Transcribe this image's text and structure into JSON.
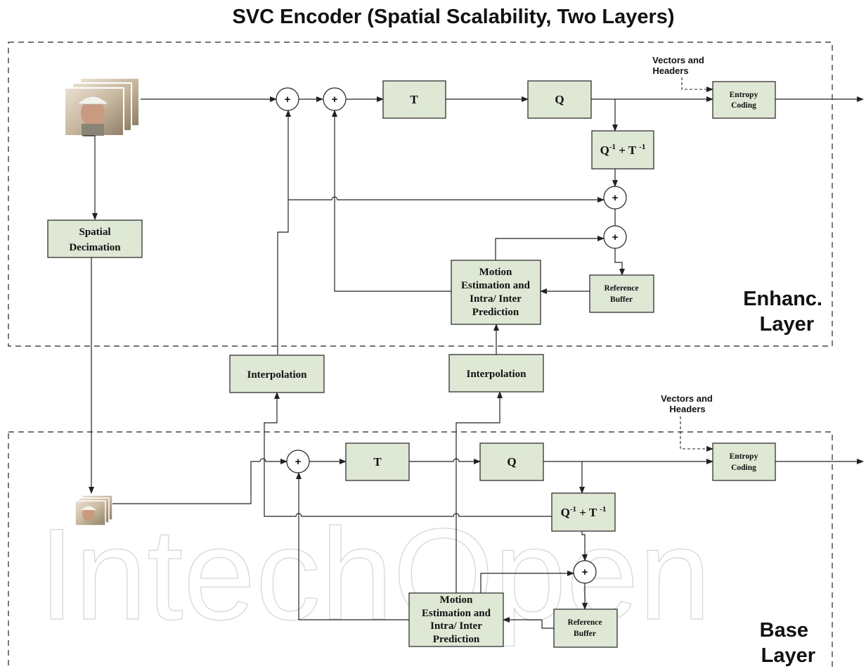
{
  "title": "SVC Encoder (Spatial Scalability, Two Layers)",
  "watermark": "IntechOpen",
  "enhancement_layer": {
    "label_line1": "Enhanc.",
    "label_line2": "Layer",
    "transform": "T",
    "quantizer": "Q",
    "inverse_qt": {
      "q": "Q",
      "q_sup": "-1",
      "mid": " + T ",
      "t_sup": "-1"
    },
    "entropy_line1": "Entropy",
    "entropy_line2": "Coding",
    "side_info_line1": "Vectors and",
    "side_info_line2": "Headers",
    "motion_line1": "Motion",
    "motion_line2": "Estimation and",
    "motion_line3": "Intra/ Inter",
    "motion_line4": "Prediction",
    "refbuf_line1": "Reference",
    "refbuf_line2": "Buffer"
  },
  "inter_layer": {
    "spatial_line1": "Spatial",
    "spatial_line2": "Decimation",
    "interp_left": "Interpolation",
    "interp_right": "Interpolation"
  },
  "base_layer": {
    "label_line1": "Base",
    "label_line2": "Layer",
    "transform": "T",
    "quantizer": "Q",
    "inverse_qt": {
      "q": "Q",
      "q_sup": "-1",
      "mid": " + T ",
      "t_sup": "-1"
    },
    "entropy_line1": "Entropy",
    "entropy_line2": "Coding",
    "side_info_line1": "Vectors and",
    "side_info_line2": "Headers",
    "motion_line1": "Motion",
    "motion_line2": "Estimation and",
    "motion_line3": "Intra/ Inter",
    "motion_line4": "Prediction",
    "refbuf_line1": "Reference",
    "refbuf_line2": "Buffer"
  },
  "sum_symbol": "+",
  "colors": {
    "block_fill": "#dfe7d5",
    "line": "#222222",
    "video_frame": "#c9b8a0"
  },
  "icons": [
    "video-frames-icon",
    "video-frames-small-icon",
    "arrow-head-icon"
  ]
}
